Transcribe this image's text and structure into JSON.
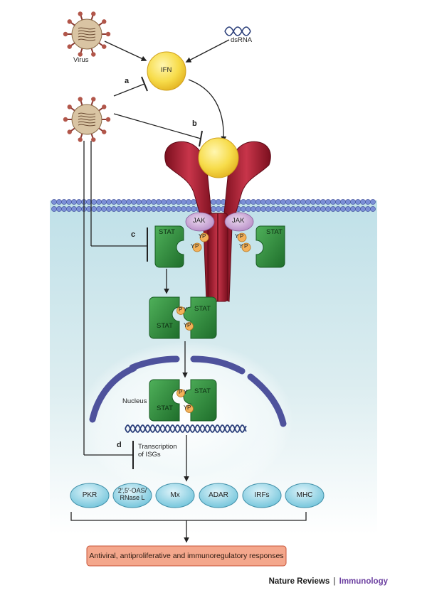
{
  "labels": {
    "virus": "Virus",
    "dsrna": "dsRNA",
    "ifn": "IFN",
    "jak_left": "JAK",
    "jak_right": "JAK",
    "stat_single_left": "STAT",
    "stat_single_right": "STAT",
    "stat_dimer_top": "STAT",
    "stat_dimer_bottom": "STAT",
    "stat_nuc_top": "STAT",
    "stat_nuc_bottom": "STAT",
    "phospho": "P",
    "tyrosine": "Y",
    "nucleus": "Nucleus",
    "transcription": "Transcription\nof ISGs"
  },
  "panels": {
    "a": "a",
    "b": "b",
    "c": "c",
    "d": "d"
  },
  "effectors": [
    {
      "label": "PKR"
    },
    {
      "label": "2′,5′-OAS/\nRNase L"
    },
    {
      "label": "Mx"
    },
    {
      "label": "ADAR"
    },
    {
      "label": "IRFs"
    },
    {
      "label": "MHC"
    }
  ],
  "outcome": "Antiviral, antiproliferative and immunoregulatory responses",
  "footer": {
    "journal": "Nature Reviews",
    "separator": "|",
    "section": "Immunology"
  },
  "colors": {
    "ifn_fill": "#f7dc4a",
    "receptor": "#9c1c2c",
    "jak": "#c9a3d2",
    "stat": "#2e8b3a",
    "phospho": "#f0a64a",
    "cytoplasm": "#cfe6ec",
    "nucleus_envelope": "#5a5ea6",
    "effector": "#8ed4e6",
    "outcome_fill": "#f4a78c",
    "outcome_border": "#c8553a"
  }
}
